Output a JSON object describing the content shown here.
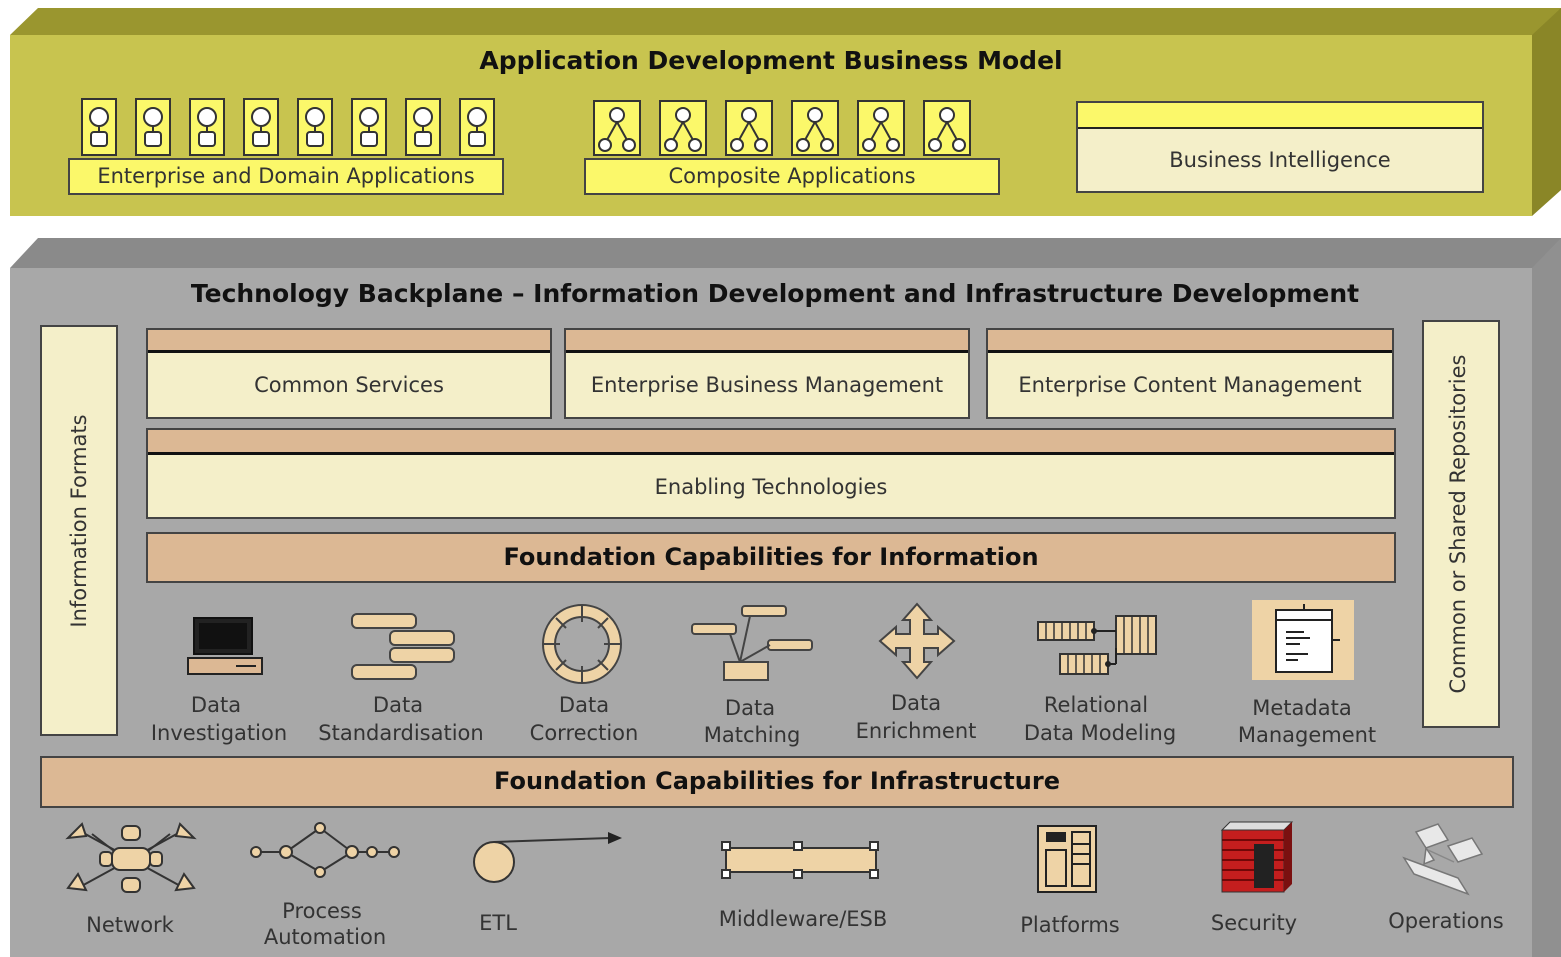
{
  "top_layer": {
    "title": "Application Development Business Model",
    "enterprise_apps_label": "Enterprise and Domain Applications",
    "composite_apps_label": "Composite Applications",
    "business_intelligence_label": "Business Intelligence"
  },
  "backplane": {
    "title": "Technology Backplane – Information Development and Infrastructure Development",
    "left_side_label": "Information Formats",
    "right_side_label": "Common or Shared Repositories",
    "services": [
      {
        "label": "Common Services"
      },
      {
        "label": "Enterprise Business Management"
      },
      {
        "label": "Enterprise Content Management"
      }
    ],
    "enabling_label": "Enabling Technologies",
    "info_foundation_label": "Foundation Capabilities for Information",
    "info_capabilities": [
      {
        "line1": "Data",
        "line2": "Investigation",
        "icon": "computer-icon"
      },
      {
        "line1": "Data",
        "line2": "Standardisation",
        "icon": "stacked-bars-icon"
      },
      {
        "line1": "Data",
        "line2": "Correction",
        "icon": "cycle-ring-icon"
      },
      {
        "line1": "Data",
        "line2": "Matching",
        "icon": "matching-tree-icon"
      },
      {
        "line1": "Data",
        "line2": "Enrichment",
        "icon": "four-arrows-icon"
      },
      {
        "line1": "Relational",
        "line2": "Data Modeling",
        "icon": "relational-tables-icon"
      },
      {
        "line1": "Metadata",
        "line2": "Management",
        "icon": "metadata-document-icon"
      }
    ],
    "infra_foundation_label": "Foundation Capabilities for Infrastructure",
    "infra_capabilities": [
      {
        "line1": "Network",
        "line2": "",
        "icon": "network-hub-icon"
      },
      {
        "line1": "Process",
        "line2": "Automation",
        "icon": "process-flow-icon"
      },
      {
        "line1": "ETL",
        "line2": "",
        "icon": "etl-arrow-icon"
      },
      {
        "line1": "Middleware/ESB",
        "line2": "",
        "icon": "bus-icon"
      },
      {
        "line1": "Platforms",
        "line2": "",
        "icon": "server-icon"
      },
      {
        "line1": "Security",
        "line2": "",
        "icon": "firewall-icon"
      },
      {
        "line1": "Operations",
        "line2": "",
        "icon": "operations-computers-icon"
      }
    ]
  },
  "colors": {
    "top_layer_fill": "#c8c44f",
    "top_layer_dark": "#8e8a2a",
    "backplane_fill": "#a8a8a8",
    "backplane_dark": "#808080",
    "cream": "#f4efc9",
    "tan": "#dcb894",
    "yellow": "#fbf86a"
  }
}
